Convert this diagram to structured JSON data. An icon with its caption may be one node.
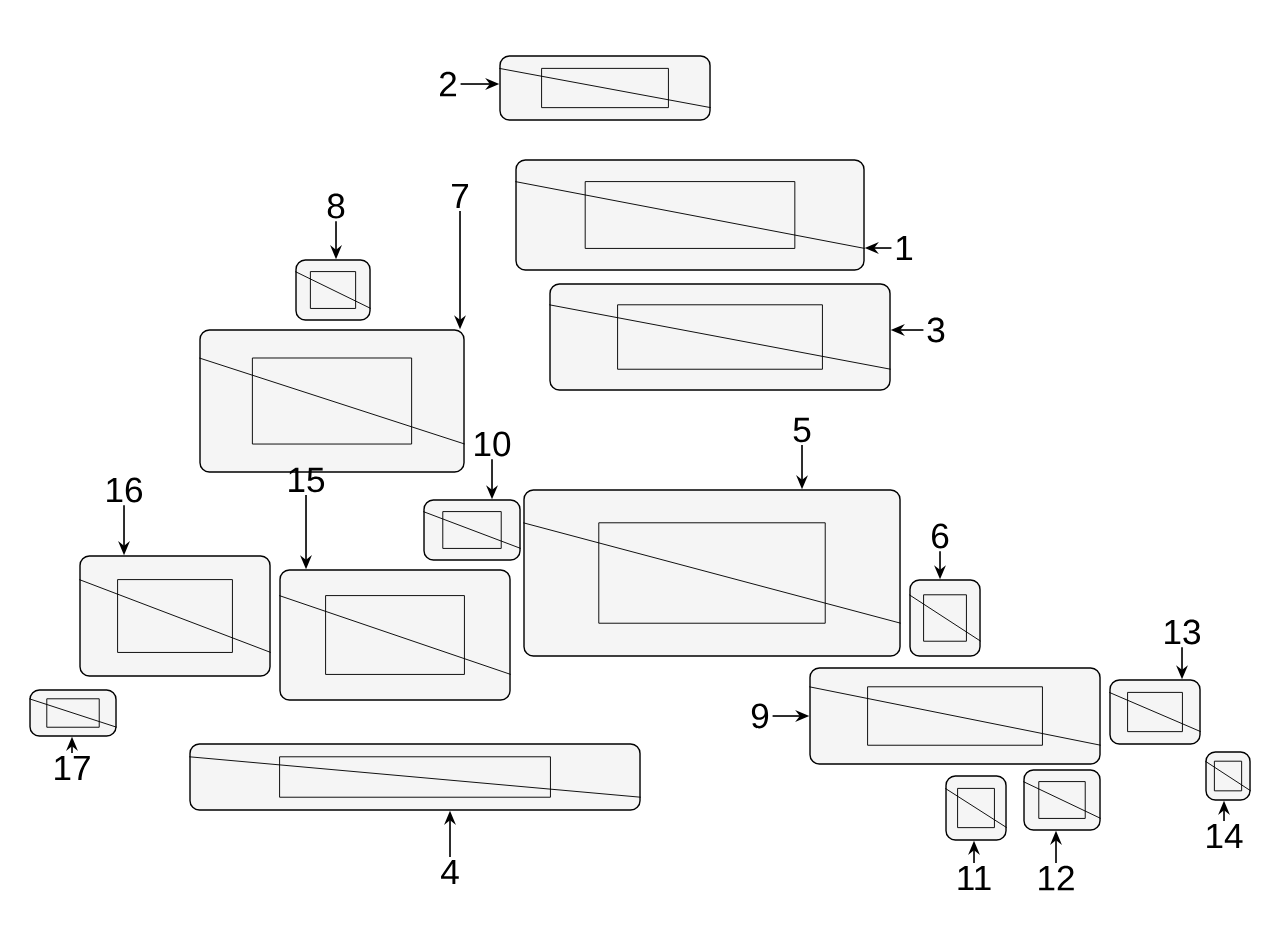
{
  "diagram": {
    "nodes": [
      {
        "text": [
          "1"
        ]
      },
      {
        "text": [
          "2"
        ]
      },
      {
        "text": [
          "3"
        ]
      },
      {
        "text": [
          "4"
        ]
      },
      {
        "text": [
          "5"
        ]
      },
      {
        "text": [
          "6"
        ]
      },
      {
        "text": [
          "7"
        ]
      },
      {
        "text": [
          "8"
        ]
      },
      {
        "text": [
          "9"
        ]
      },
      {
        "text": [
          "10"
        ]
      },
      {
        "text": [
          "11"
        ]
      },
      {
        "text": [
          "12"
        ]
      },
      {
        "text": [
          "13"
        ]
      },
      {
        "text": [
          "14"
        ]
      },
      {
        "text": [
          "15"
        ]
      },
      {
        "text": [
          "16"
        ]
      },
      {
        "text": [
          "17"
        ]
      },
      {
        "text": [],
        "shape": "picture"
      },
      {
        "text": [],
        "shape": "picture"
      },
      {
        "text": [],
        "shape": "picture"
      },
      {
        "text": [],
        "shape": "picture"
      },
      {
        "text": [],
        "shape": "picture"
      },
      {
        "text": [],
        "shape": "picture"
      },
      {
        "text": [],
        "shape": "picture"
      },
      {
        "text": [],
        "shape": "picture"
      },
      {
        "text": [],
        "shape": "picture"
      },
      {
        "text": [],
        "shape": "picture"
      },
      {
        "text": [],
        "shape": "picture"
      },
      {
        "text": [],
        "shape": "picture"
      },
      {
        "text": [],
        "shape": "picture"
      },
      {
        "text": [],
        "shape": "picture"
      },
      {
        "text": [],
        "shape": "picture"
      },
      {
        "text": [],
        "shape": "picture"
      },
      {
        "text": [],
        "shape": "picture"
      }
    ],
    "edges": [
      {
        "from": 0,
        "to": 17,
        "arrow": "to"
      },
      {
        "from": 1,
        "to": 18,
        "arrow": "to"
      },
      {
        "from": 2,
        "to": 19,
        "arrow": "to"
      },
      {
        "from": 3,
        "to": 20,
        "arrow": "to"
      },
      {
        "from": 4,
        "to": 21,
        "arrow": "to"
      },
      {
        "from": 5,
        "to": 22,
        "arrow": "to"
      },
      {
        "from": 6,
        "to": 23,
        "arrow": "to"
      },
      {
        "from": 7,
        "to": 24,
        "arrow": "to"
      },
      {
        "from": 8,
        "to": 25,
        "arrow": "to"
      },
      {
        "from": 9,
        "to": 26,
        "arrow": "to"
      },
      {
        "from": 10,
        "to": 27,
        "arrow": "to"
      },
      {
        "from": 11,
        "to": 28,
        "arrow": "to"
      },
      {
        "from": 12,
        "to": 29,
        "arrow": "to"
      },
      {
        "from": 13,
        "to": 30,
        "arrow": "to"
      },
      {
        "from": 14,
        "to": 31,
        "arrow": "to"
      },
      {
        "from": 15,
        "to": 32,
        "arrow": "to"
      },
      {
        "from": 16,
        "to": 33,
        "arrow": "to"
      }
    ]
  }
}
